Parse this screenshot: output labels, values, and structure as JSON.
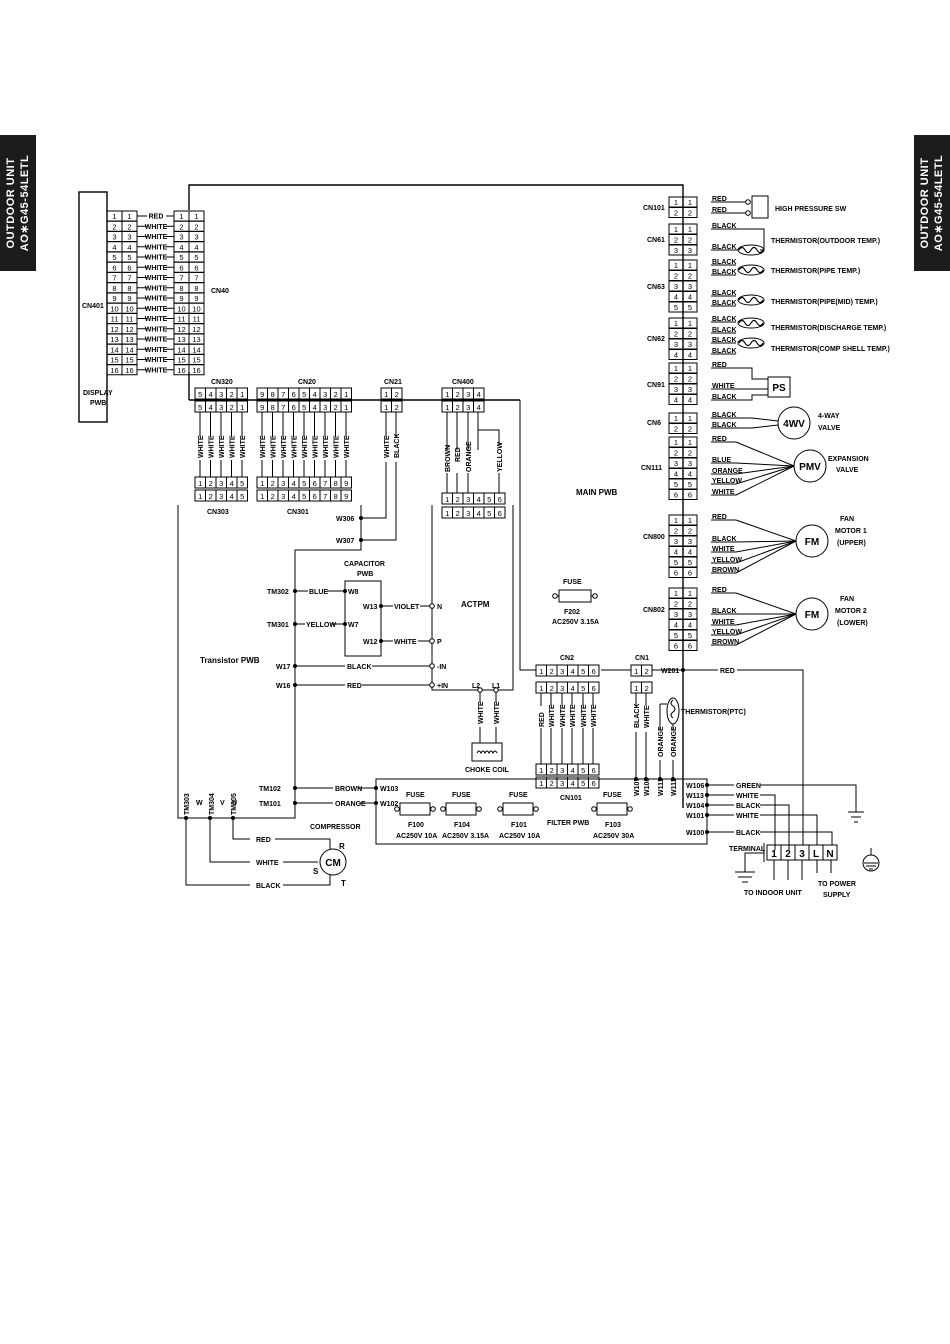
{
  "side_tab": {
    "line1": "OUTDOOR UNIT",
    "line2": "AO∗G45-54LETL"
  },
  "display": {
    "cn401": "CN401",
    "cn40": "CN40",
    "title_line1": "DISPLAY",
    "title_line2": "PWB",
    "wires": [
      "RED",
      "WHITE",
      "WHITE",
      "WHITE",
      "WHITE",
      "WHITE",
      "WHITE",
      "WHITE",
      "WHITE",
      "WHITE",
      "WHITE",
      "WHITE",
      "WHITE",
      "WHITE",
      "WHITE",
      "WHITE"
    ]
  },
  "main_pwb": "MAIN PWB",
  "right_connectors": {
    "cn101": {
      "name": "CN101",
      "wires": [
        "RED",
        "RED"
      ],
      "device": "HIGH PRESSURE SW"
    },
    "cn61": {
      "name": "CN61",
      "wires": [
        "BLACK",
        "BLACK"
      ],
      "device": "THERMISTOR(OUTDOOR TEMP.)"
    },
    "cn63": {
      "name": "CN63",
      "wires": [
        "BLACK",
        "BLACK",
        "BLACK",
        "BLACK"
      ],
      "device1": "THERMISTOR(PIPE TEMP.)",
      "device2": "THERMISTOR(PIPE(MID) TEMP.)"
    },
    "cn62": {
      "name": "CN62",
      "wires": [
        "BLACK",
        "BLACK",
        "BLACK",
        "BLACK"
      ],
      "device1": "THERMISTOR(DISCHARGE TEMP.)",
      "device2": "THERMISTOR(COMP SHELL TEMP.)"
    },
    "cn91": {
      "name": "CN91",
      "wires": [
        "RED",
        "WHITE",
        "BLACK"
      ],
      "device": "PS"
    },
    "cn6": {
      "name": "CN6",
      "wires": [
        "BLACK",
        "BLACK"
      ],
      "device": "4WV",
      "label1": "4-WAY",
      "label2": "VALVE"
    },
    "cn111": {
      "name": "CN111",
      "wires": [
        "RED",
        "BLUE",
        "ORANGE",
        "YELLOW",
        "WHITE"
      ],
      "device": "PMV",
      "label1": "EXPANSION",
      "label2": "VALVE"
    },
    "cn800": {
      "name": "CN800",
      "wires": [
        "RED",
        "BLACK",
        "WHITE",
        "YELLOW",
        "BROWN"
      ],
      "device": "FM",
      "label1": "FAN",
      "label2": "MOTOR 1",
      "label3": "(UPPER)"
    },
    "cn802": {
      "name": "CN802",
      "wires": [
        "RED",
        "BLACK",
        "WHITE",
        "YELLOW",
        "BROWN"
      ],
      "device": "FM",
      "label1": "FAN",
      "label2": "MOTOR 2",
      "label3": "(LOWER)"
    }
  },
  "top_connectors": {
    "cn320": "CN320",
    "cn20": "CN20",
    "cn21": "CN21",
    "cn400": "CN400",
    "cn303": "CN303",
    "cn301": "CN301",
    "cn21_wires": [
      "WHITE",
      "BLACK"
    ],
    "cn400_wires": [
      "BROWN",
      "RED",
      "ORANGE",
      "YELLOW"
    ]
  },
  "terminals": {
    "w306": "W306",
    "w307": "W307",
    "w8": "W8",
    "w7": "W7",
    "w13": "W13",
    "w12": "W12",
    "w17": "W17",
    "w16": "W16",
    "tm302": "TM302",
    "tm301": "TM301",
    "tm102": "TM102",
    "tm101": "TM101",
    "tm303": "TM303",
    "tm304": "TM304",
    "tm305": "TM305",
    "w103": "W103",
    "w102": "W102",
    "w201": "W201",
    "w107": "W107",
    "w108": "W108",
    "w111": "W111",
    "w112": "W112",
    "w106": "W106",
    "w113": "W113",
    "w104": "W104",
    "w101": "W101",
    "w100": "W100"
  },
  "capacitor": {
    "line1": "CAPACITOR",
    "line2": "PWB"
  },
  "actpm": "ACTPM",
  "transistor_pwb": "Transistor PWB",
  "wire_labels": {
    "blue": "BLUE",
    "yellow": "YELLOW",
    "violet": "VIOLET",
    "white": "WHITE",
    "black": "BLACK",
    "red": "RED",
    "brown": "BROWN",
    "orange": "ORANGE",
    "green": "GREEN"
  },
  "actpm_pins": {
    "n": "N",
    "p": "P",
    "min": "-IN",
    "pin": "+IN",
    "l2": "L2",
    "l1": "L1"
  },
  "fuse_f202": {
    "title": "FUSE",
    "name": "F202",
    "rating": "AC250V 3.15A"
  },
  "cn2": "CN2",
  "cn1": "CN1",
  "cn101b": "CN101",
  "choke": "CHOKE COIL",
  "thermistor_ptc": "THERMISTOR(PTC)",
  "filter_pwb": "FILTER PWB",
  "fuses": [
    {
      "title": "FUSE",
      "name": "F100",
      "rating": "AC250V 10A"
    },
    {
      "title": "FUSE",
      "name": "F104",
      "rating": "AC250V 3.15A"
    },
    {
      "title": "FUSE",
      "name": "F101",
      "rating": "AC250V 10A"
    },
    {
      "title": "FUSE",
      "name": "F103",
      "rating": "AC250V 30A"
    }
  ],
  "compressor": {
    "title": "COMPRESSOR",
    "cm": "CM",
    "r": "R",
    "s": "S",
    "t": "T",
    "w": "W",
    "v": "V",
    "u": "U"
  },
  "terminal_block": {
    "title": "TERMINAL",
    "cells": [
      "1",
      "2",
      "3",
      "L",
      "N"
    ],
    "to_indoor": "TO INDOOR UNIT",
    "to_power1": "TO POWER",
    "to_power2": "SUPPLY"
  }
}
